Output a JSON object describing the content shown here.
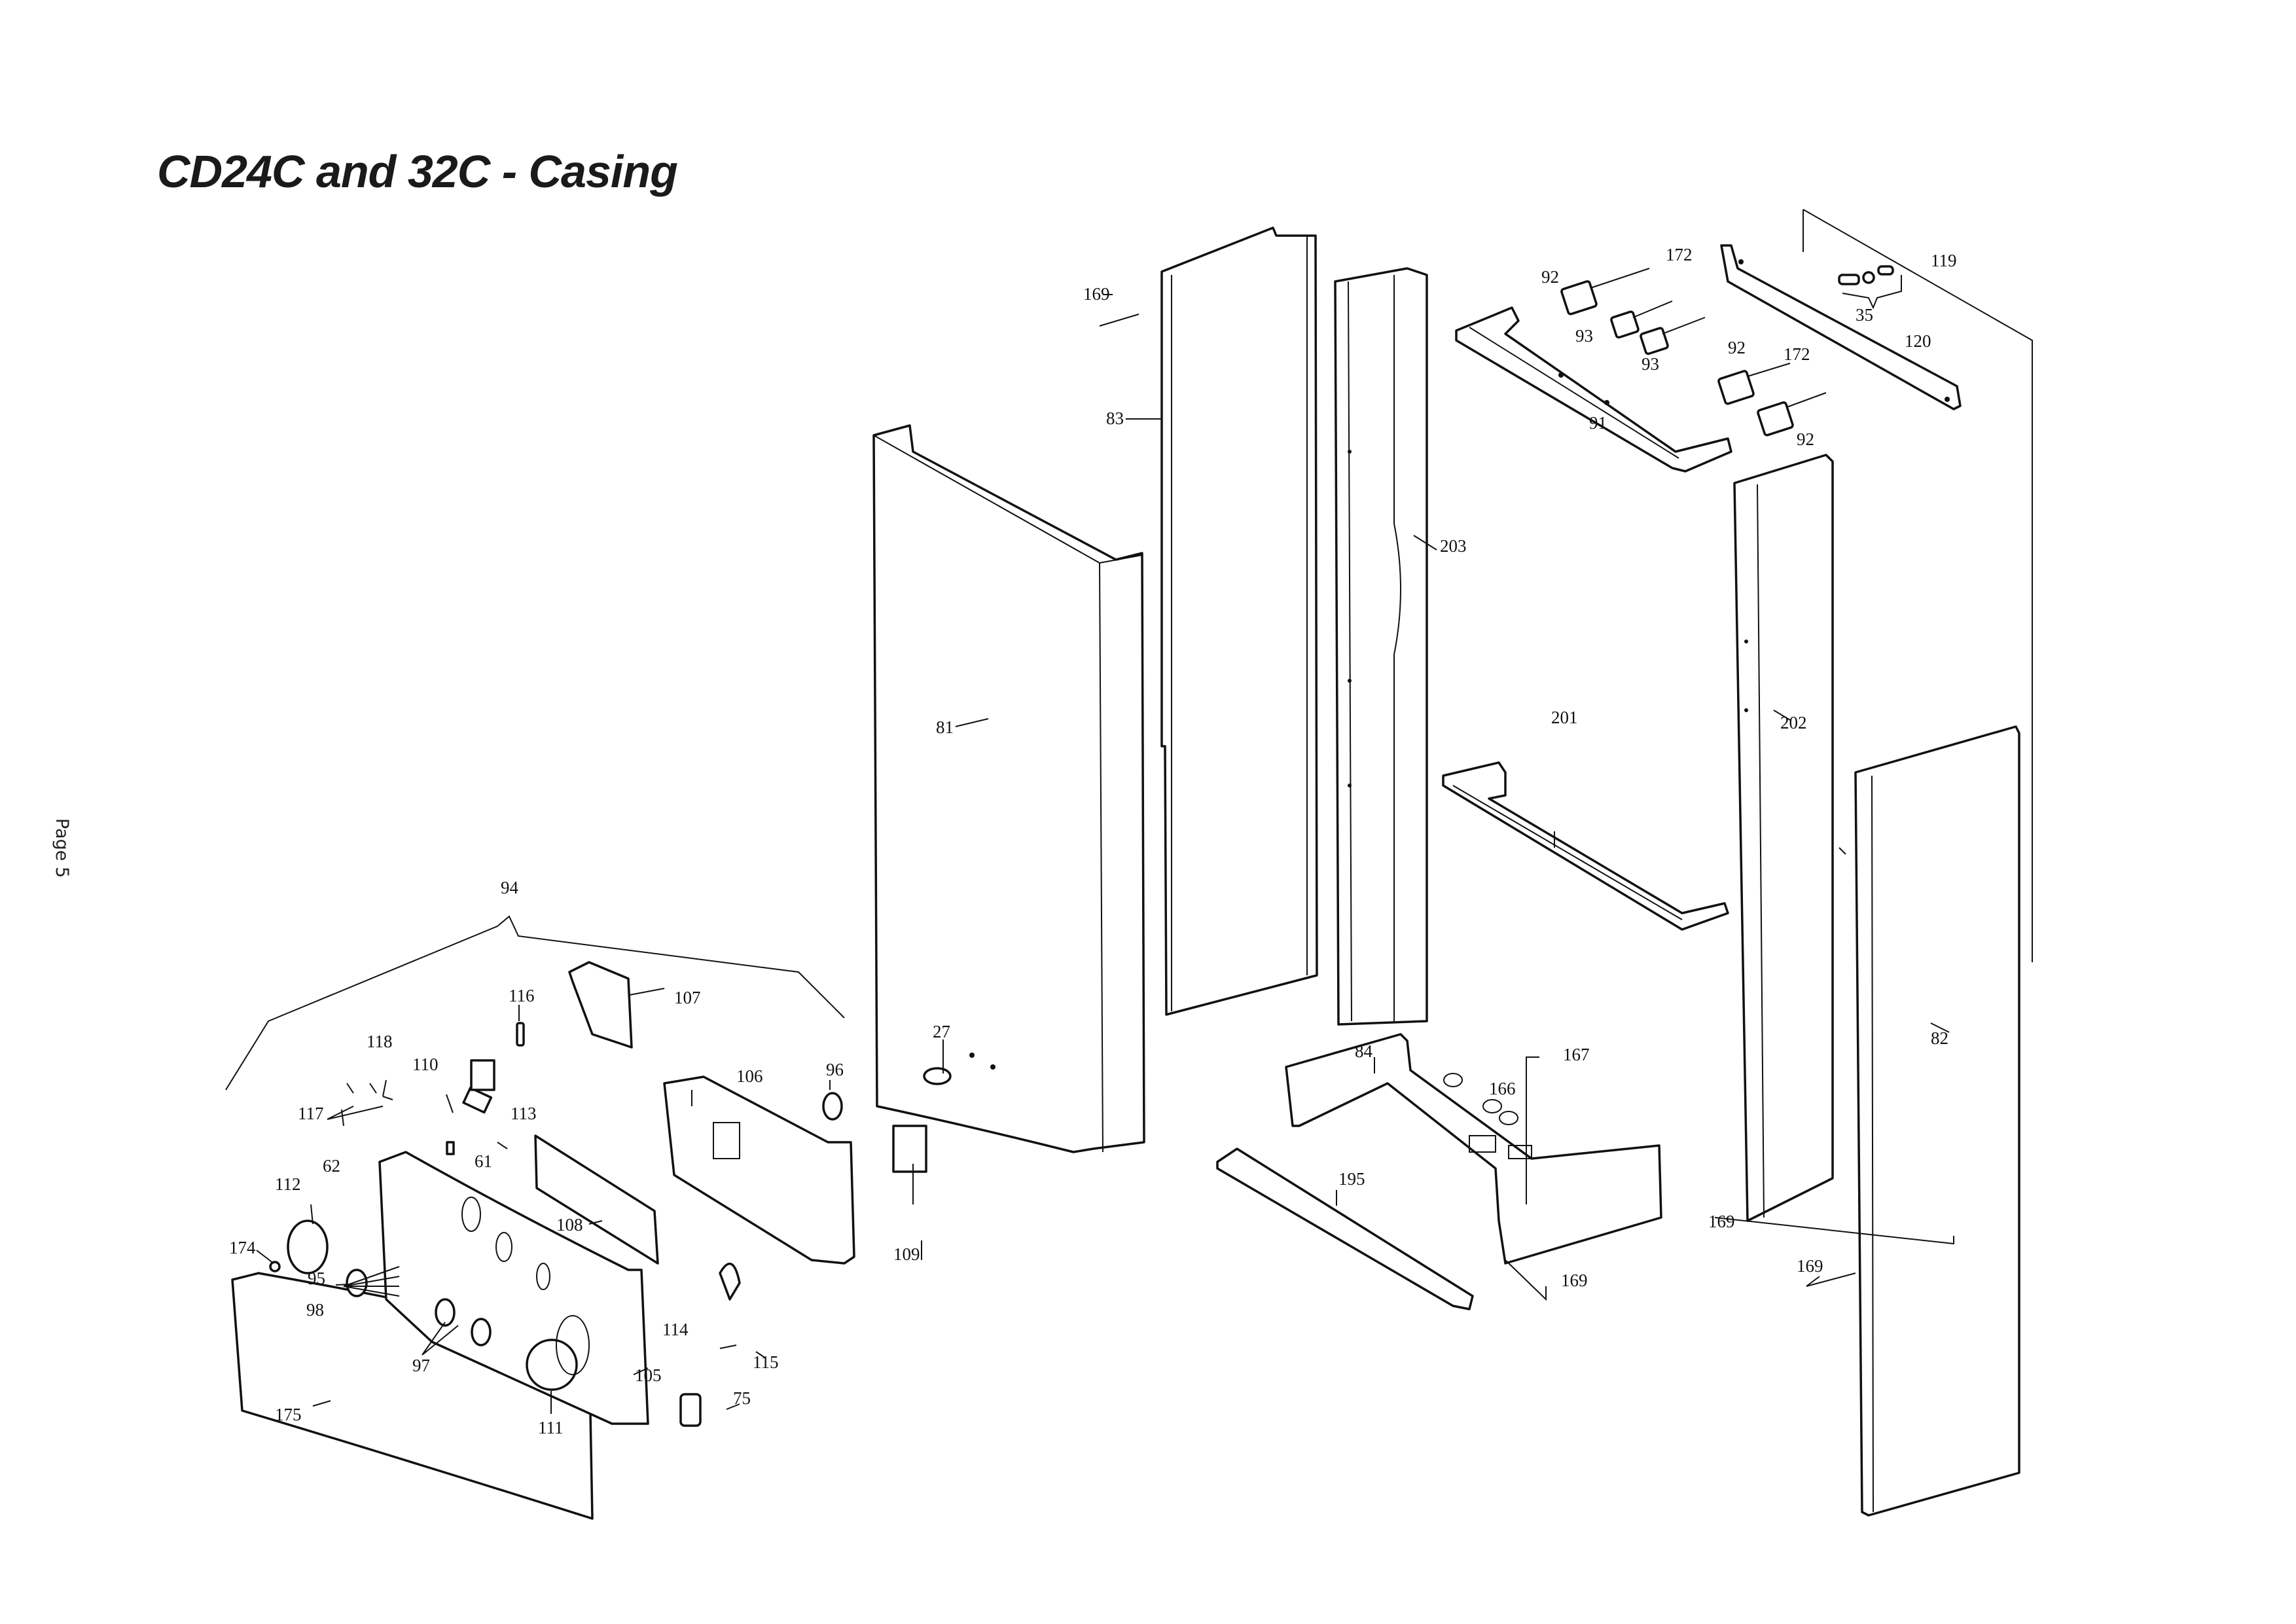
{
  "title": "CD24C and 32C - Casing",
  "page_label": "Page 5",
  "parts": {
    "p81": "81",
    "p82": "82",
    "p83": "83",
    "p84": "84",
    "p91": "91",
    "p92a": "92",
    "p92b": "92",
    "p92c": "92",
    "p93a": "93",
    "p93b": "93",
    "p172a": "172",
    "p172b": "172",
    "p35": "35",
    "p119": "119",
    "p120": "120",
    "p169a": "169",
    "p169b": "169",
    "p169c": "169",
    "p169d": "169",
    "p203": "203",
    "p202": "202",
    "p201": "201",
    "p167": "167",
    "p166": "166",
    "p195": "195",
    "p27": "27",
    "p94": "94",
    "p116": "116",
    "p107": "107",
    "p118": "118",
    "p117": "117",
    "p110": "110",
    "p113": "113",
    "p106": "106",
    "p96": "96",
    "p61": "61",
    "p62": "62",
    "p112": "112",
    "p174": "174",
    "p95": "95",
    "p98": "98",
    "p97": "97",
    "p108": "108",
    "p109": "109",
    "p105": "105",
    "p111": "111",
    "p114": "114",
    "p115": "115",
    "p75": "75",
    "p175": "175"
  }
}
